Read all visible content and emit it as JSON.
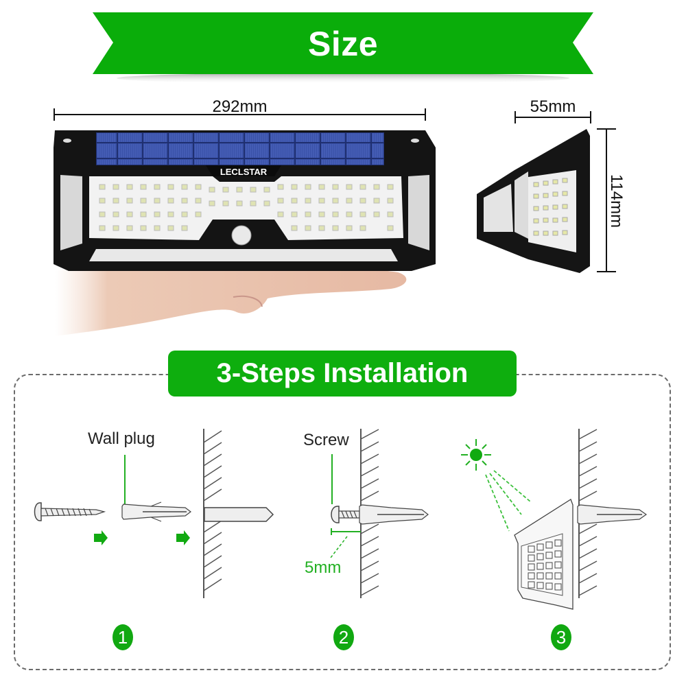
{
  "size_section": {
    "banner_title": "Size",
    "banner_color": "#0aad0a",
    "dimensions": {
      "width": "292mm",
      "depth": "55mm",
      "height": "114mm"
    },
    "product": {
      "brand_label": "LECLSTAR",
      "solar_panel_color": "#2c3f8f",
      "body_color": "#141414"
    }
  },
  "install_section": {
    "title": "3-Steps Installation",
    "accent_color": "#0eae0e",
    "steps": [
      {
        "number": "1",
        "label": "Wall plug"
      },
      {
        "number": "2",
        "label": "Screw",
        "note": "5mm"
      },
      {
        "number": "3"
      }
    ]
  }
}
